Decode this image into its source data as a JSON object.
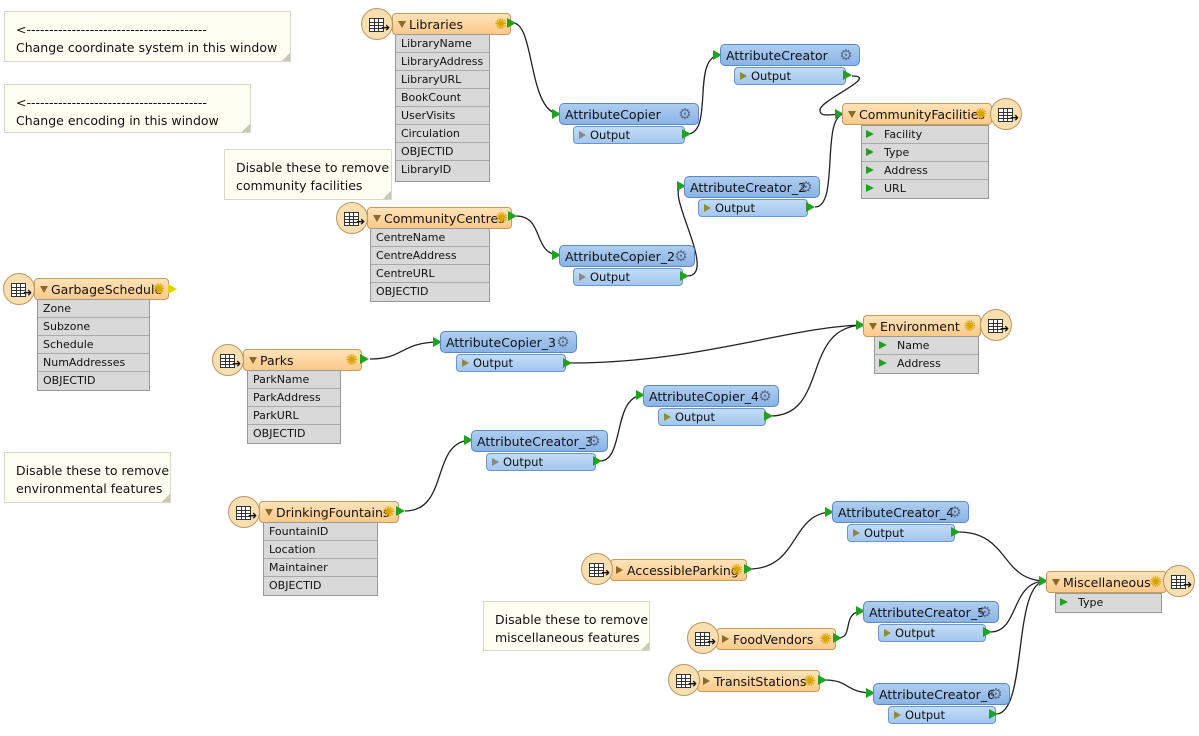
{
  "notes": [
    "<----------------------------------------\nChange coordinate system in this window",
    "<----------------------------------------\nChange encoding in this window",
    "Disable these to remove\ncommunity facilities",
    "Disable these to remove\nenvironmental features",
    "Disable these to remove\nmiscellaneous features"
  ],
  "readers": {
    "libraries": {
      "name": "Libraries",
      "attrs": [
        "LibraryName",
        "LibraryAddress",
        "LibraryURL",
        "BookCount",
        "UserVisits",
        "Circulation",
        "OBJECTID",
        "LibraryID"
      ]
    },
    "community_centres": {
      "name": "CommunityCentres",
      "attrs": [
        "CentreName",
        "CentreAddress",
        "CentreURL",
        "OBJECTID"
      ]
    },
    "garbage_schedule": {
      "name": "GarbageSchedule",
      "attrs": [
        "Zone",
        "Subzone",
        "Schedule",
        "NumAddresses",
        "OBJECTID"
      ]
    },
    "parks": {
      "name": "Parks",
      "attrs": [
        "ParkName",
        "ParkAddress",
        "ParkURL",
        "OBJECTID"
      ]
    },
    "drinking_fountains": {
      "name": "DrinkingFountains",
      "attrs": [
        "FountainID",
        "Location",
        "Maintainer",
        "OBJECTID"
      ]
    },
    "accessible_parking": {
      "name": "AccessibleParking"
    },
    "food_vendors": {
      "name": "FoodVendors"
    },
    "transit_stations": {
      "name": "TransitStations"
    }
  },
  "writers": {
    "community_facilities": {
      "name": "CommunityFacilities",
      "attrs": [
        "Facility",
        "Type",
        "Address",
        "URL"
      ]
    },
    "environment": {
      "name": "Environment",
      "attrs": [
        "Name",
        "Address"
      ]
    },
    "miscellaneous": {
      "name": "Miscellaneous",
      "attrs": [
        "Type"
      ]
    }
  },
  "transformers": {
    "attribute_copier": "AttributeCopier",
    "attribute_copier_2": "AttributeCopier_2",
    "attribute_copier_3": "AttributeCopier_3",
    "attribute_copier_4": "AttributeCopier_4",
    "attribute_creator": "AttributeCreator",
    "attribute_creator_2": "AttributeCreator_2",
    "attribute_creator_3": "AttributeCreator_3",
    "attribute_creator_4": "AttributeCreator_4",
    "attribute_creator_5": "AttributeCreator_5",
    "attribute_creator_6": "AttributeCreator_6"
  },
  "port_output": "Output",
  "icons": {
    "gear": "gear-icon",
    "table": "table-icon"
  },
  "colors": {
    "transformer": "#8ab4e6",
    "feature_type": "#fcc98a",
    "port_green": "#1fa31f",
    "wire": "#222222"
  }
}
